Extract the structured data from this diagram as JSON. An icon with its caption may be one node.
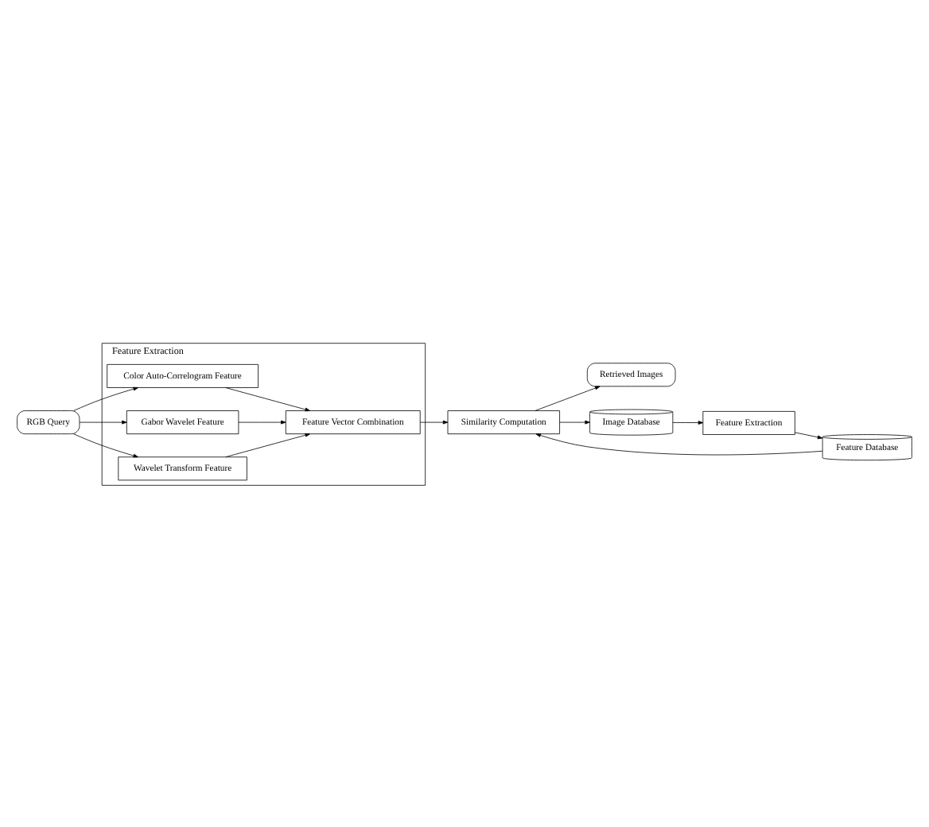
{
  "diagram": {
    "nodes": [
      {
        "text": [
          "Feature Extraction"
        ]
      },
      {
        "text": [
          "Color Auto-Correlogram Feature"
        ],
        "in": 0
      },
      {
        "text": [
          "Gabor Wavelet Feature"
        ],
        "in": 0
      },
      {
        "text": [
          "Wavelet Transform Feature"
        ],
        "in": 0
      },
      {
        "text": [
          "Feature Vector Combination"
        ],
        "in": 0
      },
      {
        "text": [
          "RGB Query"
        ]
      },
      {
        "text": [
          "Similarity Computation"
        ]
      },
      {
        "text": [
          "Retrieved Images"
        ]
      },
      {
        "text": [
          "Feature Database"
        ]
      },
      {
        "text": [
          "Feature Extraction"
        ]
      },
      {
        "text": [
          "Image Database"
        ]
      }
    ],
    "edges": [
      {
        "from": 5,
        "to": 1,
        "arrow": "to"
      },
      {
        "from": 5,
        "to": 2,
        "arrow": "to"
      },
      {
        "from": 5,
        "to": 3,
        "arrow": "to"
      },
      {
        "from": 1,
        "to": 4,
        "arrow": "to"
      },
      {
        "from": 2,
        "to": 4,
        "arrow": "to"
      },
      {
        "from": 3,
        "to": 4,
        "arrow": "to"
      },
      {
        "from": 4,
        "to": 6,
        "arrow": "to"
      },
      {
        "from": 8,
        "to": 6,
        "arrow": "to"
      },
      {
        "from": 6,
        "to": 7,
        "arrow": "to"
      },
      {
        "from": 6,
        "to": 10,
        "arrow": "to"
      },
      {
        "from": 10,
        "to": 9,
        "arrow": "to"
      },
      {
        "from": 9,
        "to": 8,
        "arrow": "to"
      }
    ]
  }
}
